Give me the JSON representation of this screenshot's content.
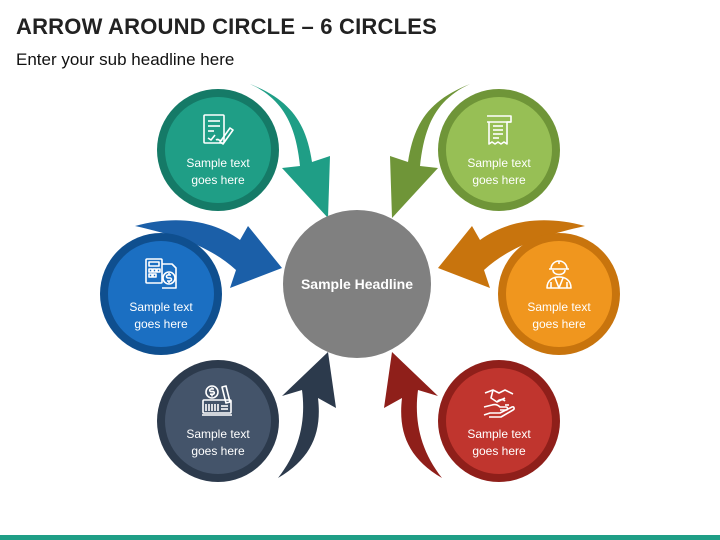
{
  "header": {
    "title": "ARROW AROUND CIRCLE – 6 CIRCLES",
    "subtitle": "Enter your sub headline here"
  },
  "center": {
    "label": "Sample Headline",
    "color": "#808080"
  },
  "nodes": [
    {
      "id": "teal",
      "line1": "Sample text",
      "line2": "goes here",
      "color": "#1f9e86",
      "ring": "#157a67",
      "icon": "document-signature-icon"
    },
    {
      "id": "green",
      "line1": "Sample text",
      "line2": "goes here",
      "color": "#97bf55",
      "ring": "#6f9538",
      "icon": "receipt-icon"
    },
    {
      "id": "blue",
      "line1": "Sample text",
      "line2": "goes here",
      "color": "#1b6fc2",
      "ring": "#0f4f8f",
      "icon": "calculator-invoice-icon"
    },
    {
      "id": "orange",
      "line1": "Sample text",
      "line2": "goes here",
      "color": "#f0961e",
      "ring": "#c8740d",
      "icon": "construction-worker-icon"
    },
    {
      "id": "navy",
      "line1": "Sample text",
      "line2": "goes here",
      "color": "#44546a",
      "ring": "#2c3a4c",
      "icon": "checkbook-payment-icon"
    },
    {
      "id": "red",
      "line1": "Sample text",
      "line2": "goes here",
      "color": "#c0352e",
      "ring": "#8f1f1a",
      "icon": "handshake-icon"
    }
  ],
  "arrows": {
    "teal": "#1f9e86",
    "green": "#6f9538",
    "blue": "#1b5fa8",
    "orange": "#c8740d",
    "navy": "#2c3a4c",
    "red": "#8f1f1a"
  },
  "accent": "#1f9e86"
}
